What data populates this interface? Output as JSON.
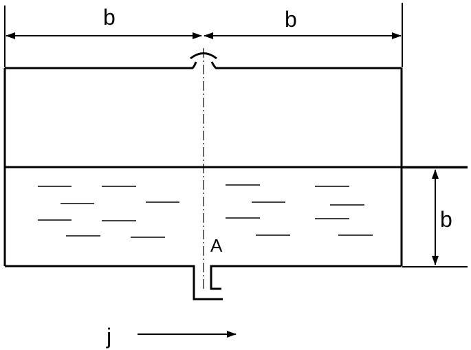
{
  "labels": {
    "top_left_width": "b",
    "top_right_width": "b",
    "liquid_height": "b",
    "outlet_point": "A",
    "acceleration": "j"
  },
  "colors": {
    "stroke": "#000000",
    "background": "#ffffff"
  }
}
